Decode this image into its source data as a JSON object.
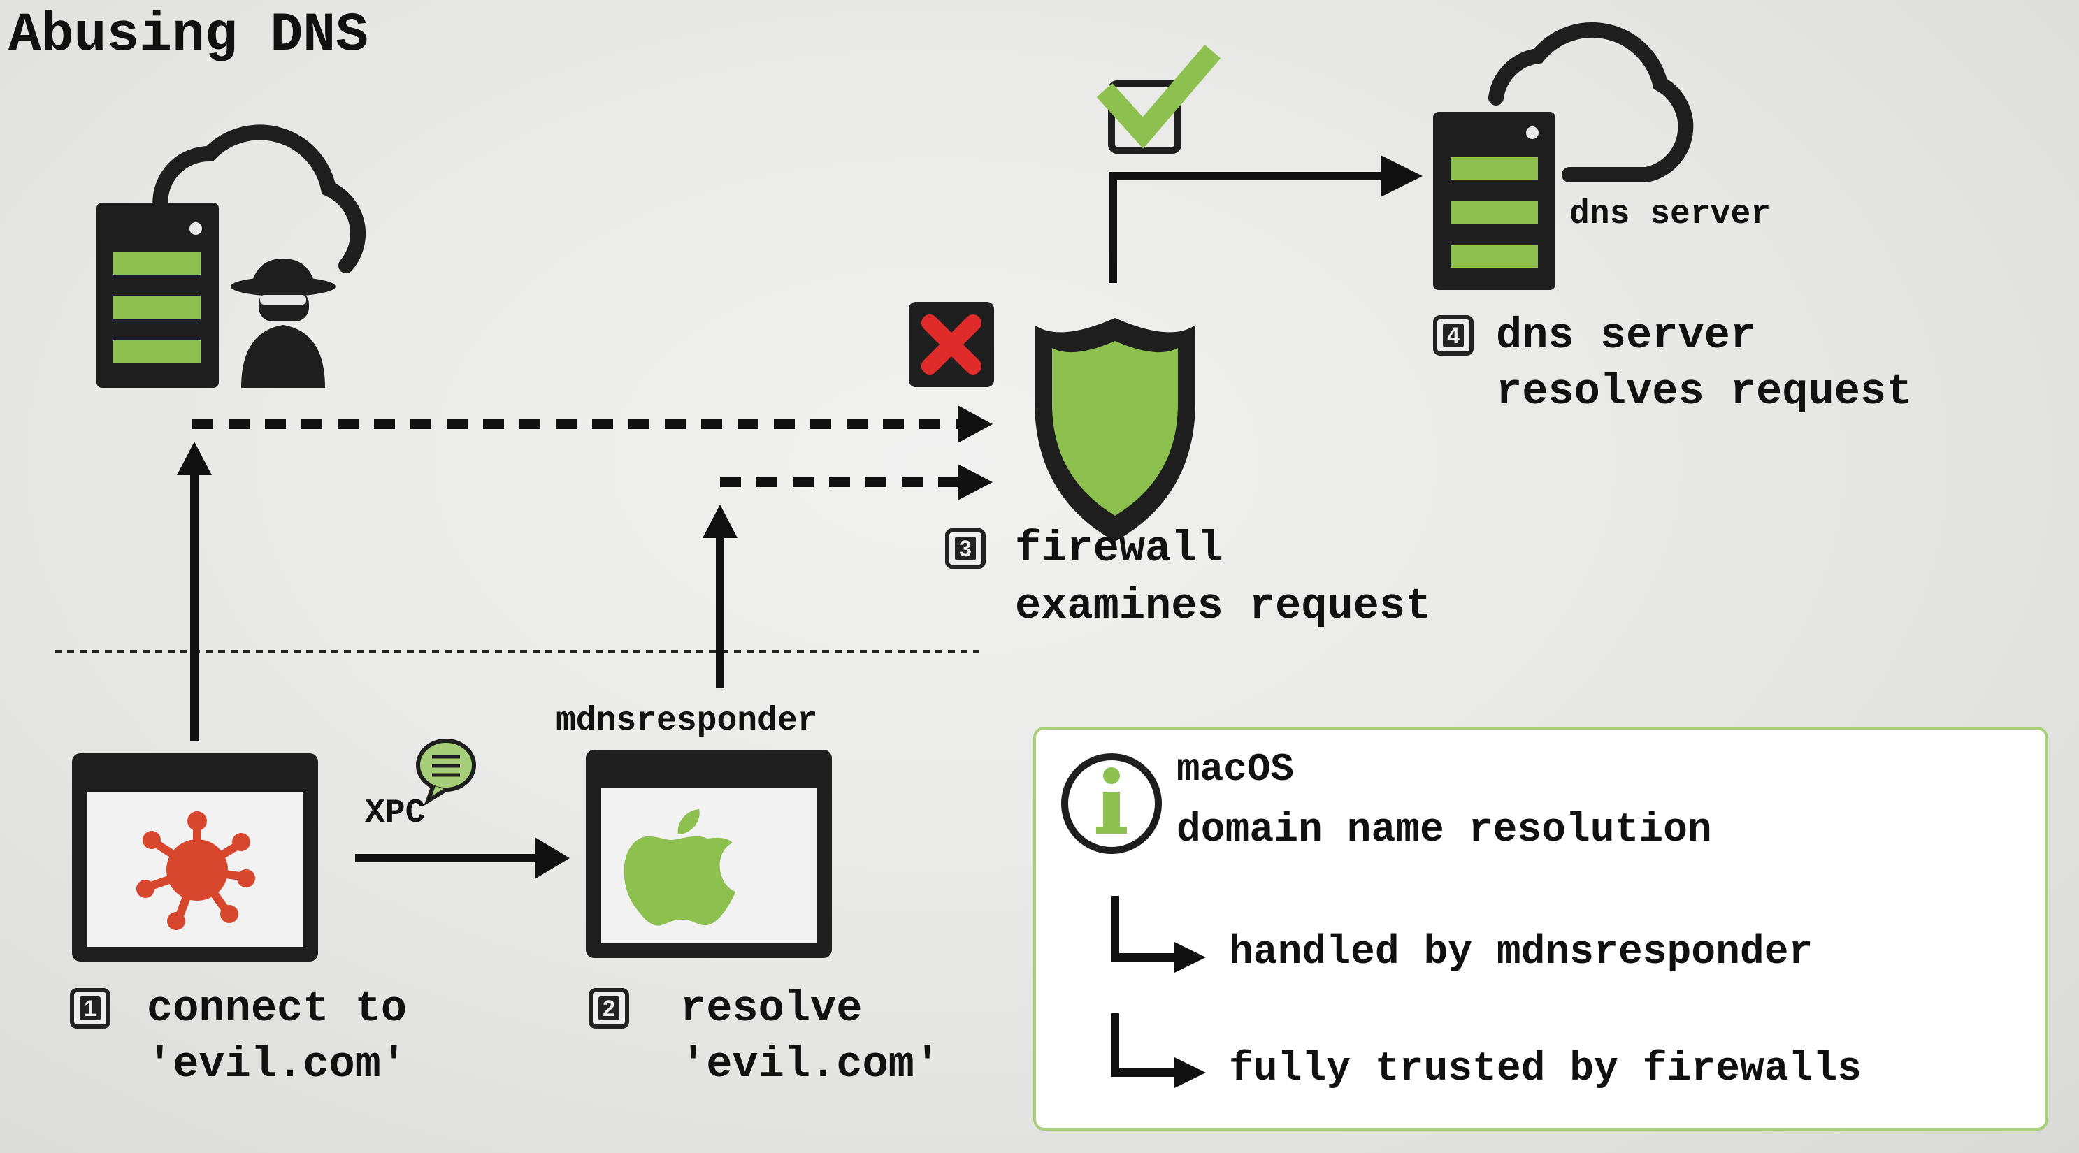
{
  "title": "Abusing DNS",
  "steps": [
    {
      "badge": "1",
      "line1": "connect to",
      "line2": "'evil.com'"
    },
    {
      "badge": "2",
      "line1": "resolve",
      "line2": "'evil.com'"
    },
    {
      "badge": "3",
      "line1": "firewall",
      "line2": "examines request"
    },
    {
      "badge": "4",
      "line1": "dns server",
      "line2": "resolves request"
    }
  ],
  "labels": {
    "xpc": "XPC",
    "mdnsresponder": "mdnsresponder",
    "dns_server": "dns server"
  },
  "info": {
    "icon": "info-icon",
    "line1": "macOS",
    "line2": "domain name resolution",
    "bullets": [
      "handled by mdnsresponder",
      "fully trusted by firewalls"
    ]
  },
  "colors": {
    "accent_green": "#8dc04e",
    "danger_red": "#e02b2b",
    "malware_red": "#d6472e",
    "dark": "#1e1e1e"
  }
}
